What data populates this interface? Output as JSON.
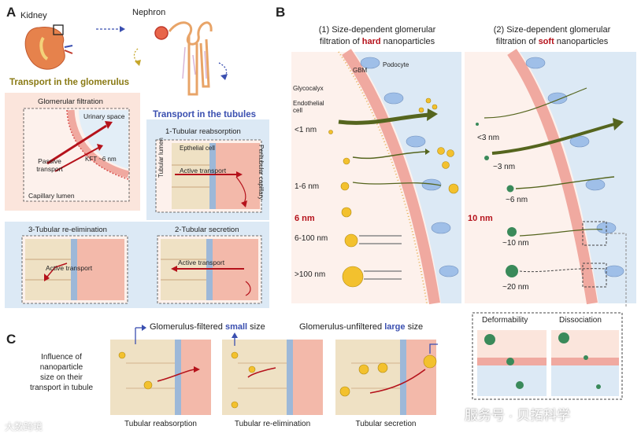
{
  "panels": {
    "a": "A",
    "b": "B",
    "c": "C"
  },
  "panel_a": {
    "kidney": "Kidney",
    "nephron": "Nephron",
    "glomerulus_title": "Transport in the glomerulus",
    "tubules_title": "Transport in the tubules",
    "glom_filtration": "Glomerular filtration",
    "urinary_space": "Urinary space",
    "passive_transport": "Passive transport",
    "kft": "KFT ~6 nm",
    "capillary_lumen": "Capillary lumen",
    "reabsorption_title": "1-Tubular reabsorption",
    "epithelial_cell": "Epthelial cell",
    "tubular_lumen": "Tubular lumen",
    "peritubular": "Peritubular capillary",
    "active_transport": "Active transport",
    "reelim_title": "3-Tubular re-elimination",
    "secretion_title": "2-Tubular secretion"
  },
  "panel_b": {
    "hard_title_1": "(1) Size-dependent glomerular",
    "hard_title_2a": "filtration of ",
    "hard_word": "hard",
    "hard_title_2b": " nanoparticles",
    "soft_title_1": "(2) Size-dependent glomerular",
    "soft_title_2a": "filtration of ",
    "soft_word": "soft",
    "soft_title_2b": " nanoparticles",
    "glycocalyx": "Glycocalyx",
    "gbm": "GBM",
    "podocyte": "Podocyte",
    "endothelial_cell": "Endothelial cell",
    "hard_sizes": [
      "<1 nm",
      "1-6 nm",
      "6-100 nm",
      ">100 nm"
    ],
    "hard_cutoff": "6 nm",
    "soft_sizes": [
      "<3 nm",
      "~3 nm",
      "~6 nm",
      "~10 nm",
      "~20 nm"
    ],
    "soft_cutoff": "10 nm",
    "deformability": "Deformability",
    "dissociation": "Dissociation"
  },
  "panel_c": {
    "influence": [
      "Influence of",
      "nanoparticle",
      "size on their",
      "transport in tubule"
    ],
    "filtered_a": "Glomerulus-filtered ",
    "filtered_b": "small",
    "filtered_c": " size",
    "unfiltered_a": "Glomerulus-unfiltered ",
    "unfiltered_b": "large",
    "unfiltered_c": " size",
    "labels": [
      "Tubular reabsorption",
      "Tubular re-elimination",
      "Tubular secretion"
    ]
  },
  "watermark": {
    "left": "大数跨境",
    "right": "服务号 · 贝拓科学"
  },
  "colors": {
    "red_accent": "#b5121b",
    "blue_accent": "#3a4fb0",
    "olive_accent": "#8a7a14",
    "vessel_pink": "#f6cfc8",
    "light_blue": "#dce9f5",
    "np_yellow": "#f3c12e"
  }
}
